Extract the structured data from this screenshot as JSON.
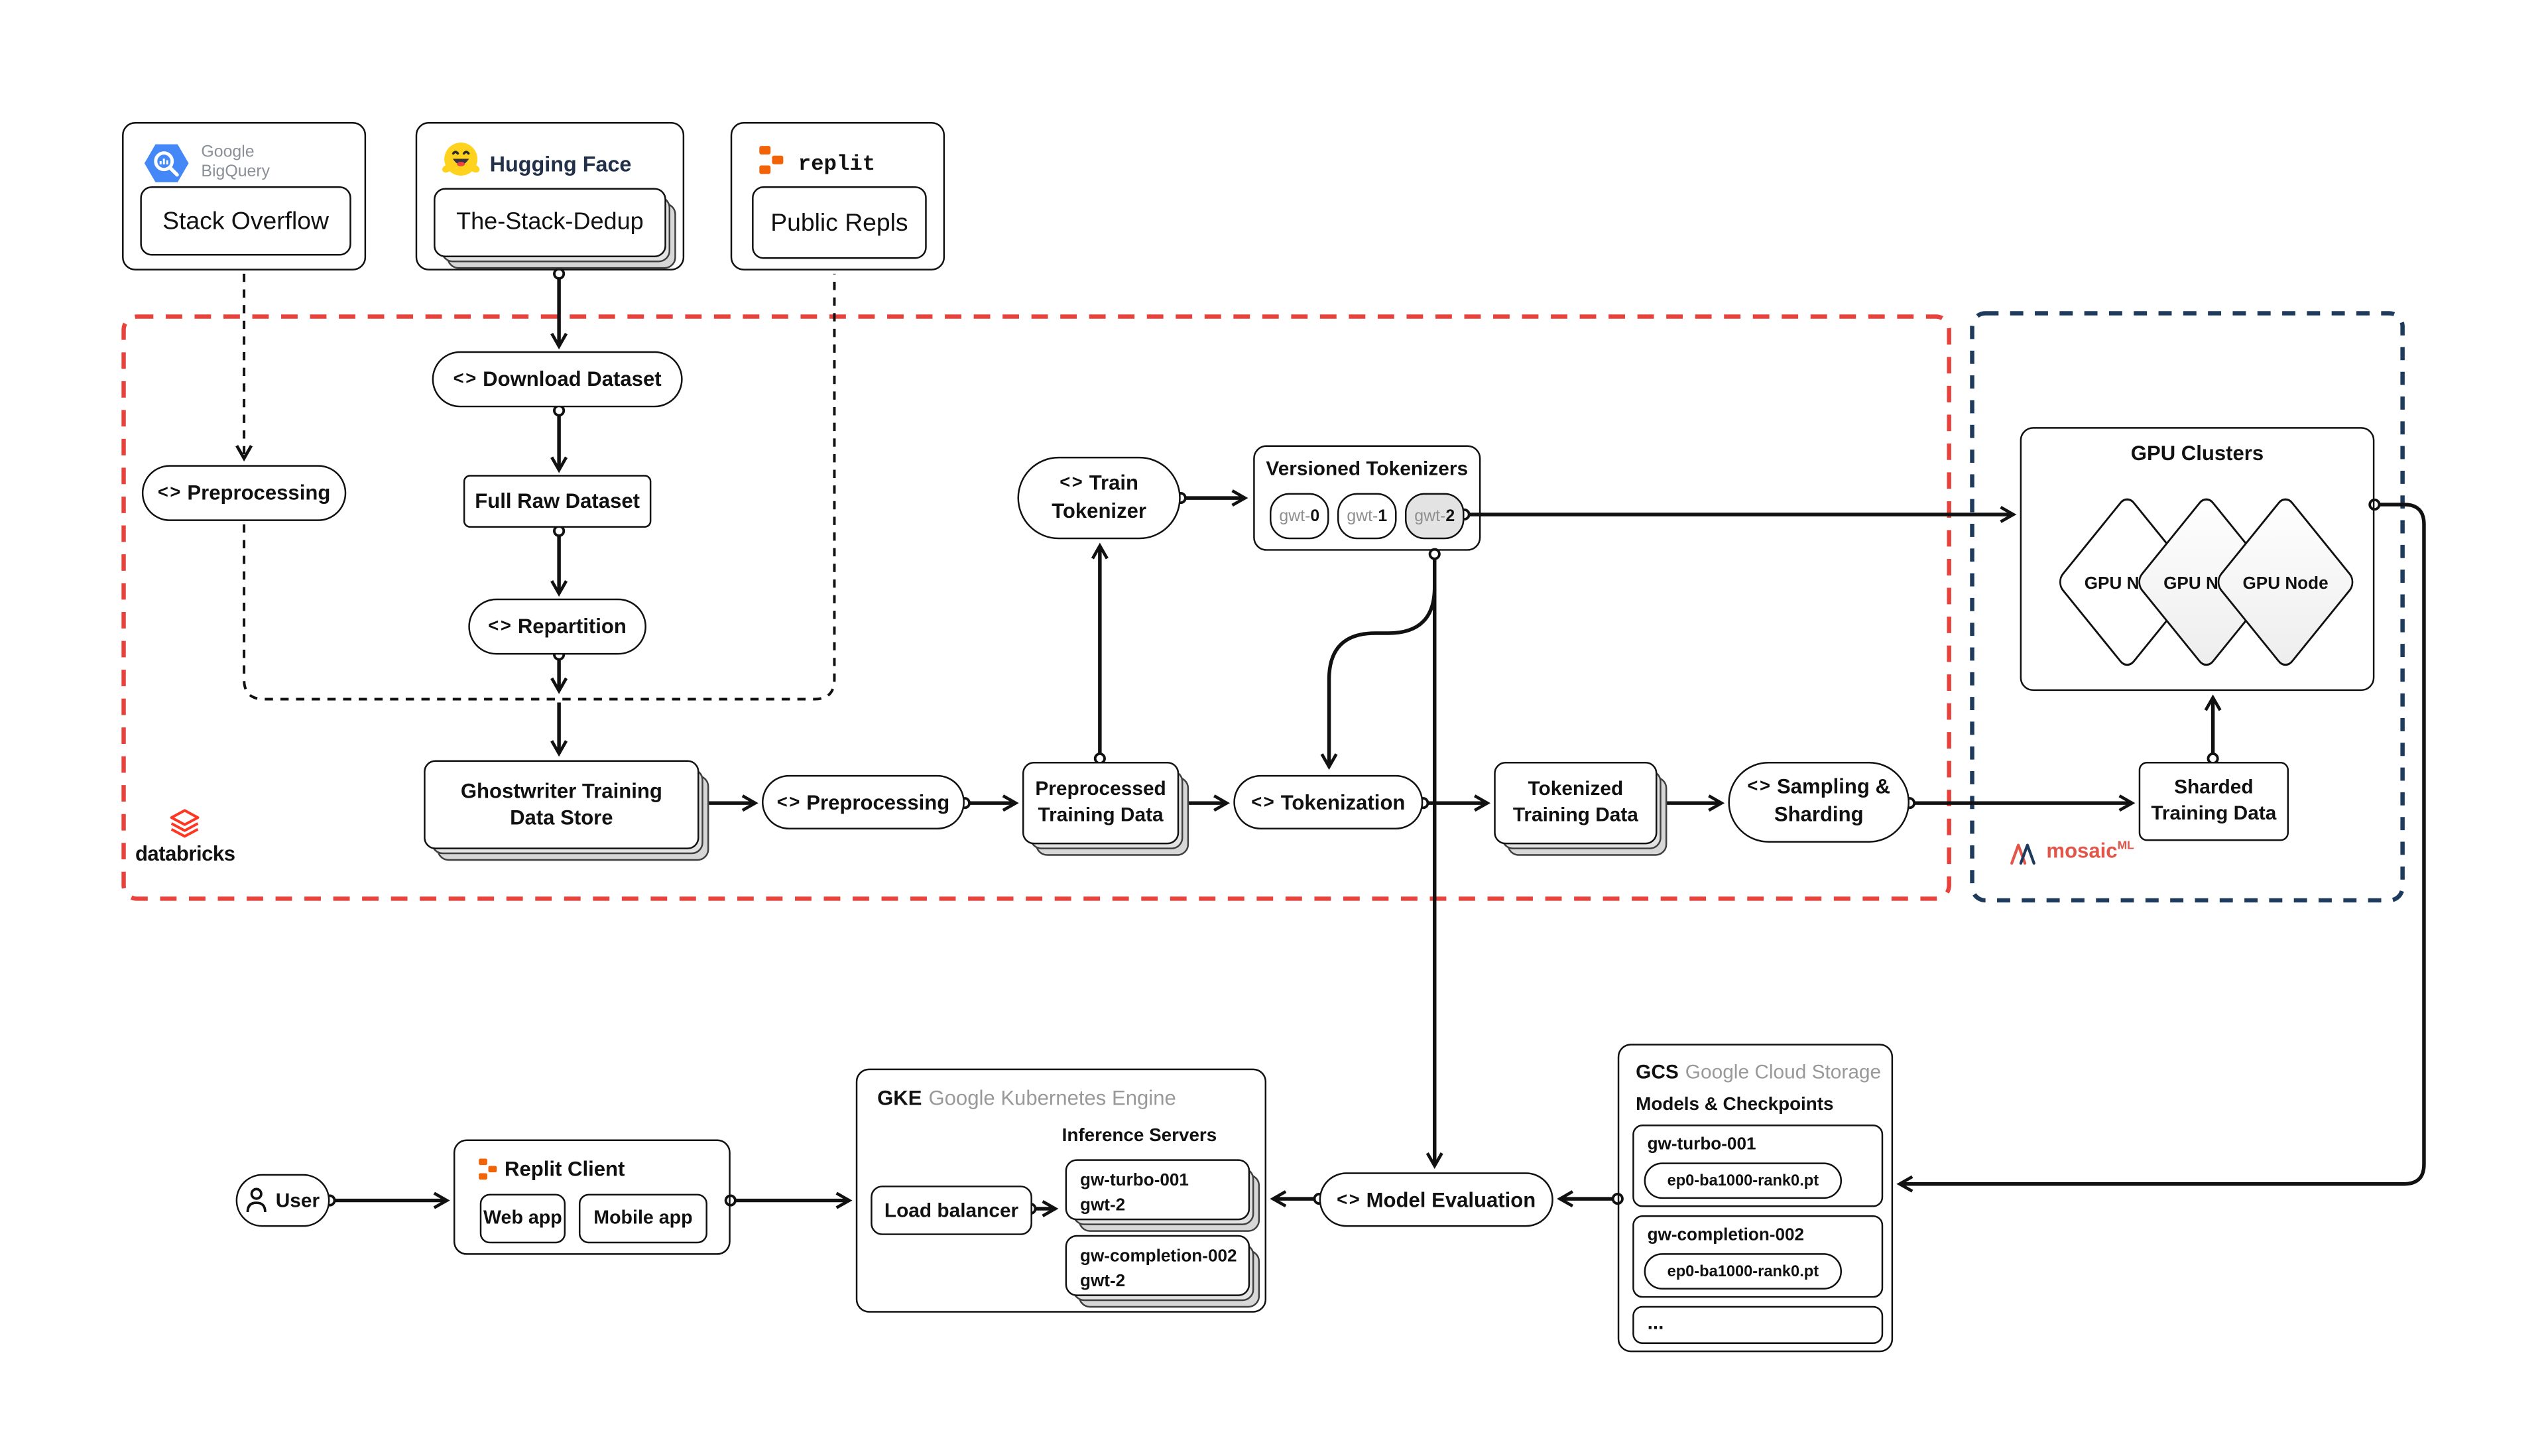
{
  "colors": {
    "line": "#111111",
    "red_region": "#e8423c",
    "navy_region": "#1e3a5c",
    "replit_orange": "#f26207",
    "bigquery_blue": "#4487f6",
    "huggingface_yellow": "#ffd21e",
    "huggingface_navy": "#22304a",
    "databricks_red": "#ff3621",
    "mosaic_red": "#e25549",
    "gray_text": "#8a8f98"
  },
  "icons": {
    "code": "< >"
  },
  "sources": {
    "bigquery": {
      "brand_line1": "Google",
      "brand_line2": "BigQuery",
      "item": "Stack Overflow"
    },
    "huggingface": {
      "brand": "Hugging Face",
      "item": "The-Stack-Dedup"
    },
    "replit": {
      "brand": "replit",
      "item": "Public Repls"
    }
  },
  "databricks": {
    "logo_text": "databricks",
    "preprocessing_ingest": "Preprocessing",
    "download_dataset": "Download Dataset",
    "full_raw_dataset": "Full Raw Dataset",
    "repartition": "Repartition",
    "store_line1": "Ghostwriter Training",
    "store_line2": "Data Store",
    "preprocessing_main": "Preprocessing",
    "preprocessed_line1": "Preprocessed",
    "preprocessed_line2": "Training Data",
    "tokenization": "Tokenization",
    "tokenized_line1": "Tokenized",
    "tokenized_line2": "Training Data",
    "sampling_line1": "Sampling &",
    "sampling_line2": "Sharding",
    "train_tokenizer_line1": "Train",
    "train_tokenizer_line2": "Tokenizer",
    "versioned_tokenizers_title": "Versioned Tokenizers",
    "tokenizer_versions": [
      {
        "prefix": "gwt-",
        "num": "0"
      },
      {
        "prefix": "gwt-",
        "num": "1"
      },
      {
        "prefix": "gwt-",
        "num": "2"
      }
    ]
  },
  "mosaicml": {
    "logo_text": "mosaic",
    "logo_sup": "ML",
    "gpu_clusters_title": "GPU Clusters",
    "gpu_node_label": "GPU Node",
    "sharded_line1": "Sharded",
    "sharded_line2": "Training Data"
  },
  "serving": {
    "user_label": "User",
    "replit_client": {
      "title": "Replit Client",
      "web_app": "Web app",
      "mobile_app": "Mobile app"
    },
    "gke": {
      "abbr": "GKE",
      "full": "Google Kubernetes Engine",
      "load_balancer": "Load balancer",
      "inference_servers_title": "Inference Servers",
      "servers": [
        {
          "name": "gw-turbo-001",
          "tokenizer": "gwt-2"
        },
        {
          "name": "gw-completion-002",
          "tokenizer": "gwt-2"
        }
      ]
    },
    "model_evaluation": "Model Evaluation",
    "gcs": {
      "abbr": "GCS",
      "full": "Google Cloud Storage",
      "subtitle": "Models & Checkpoints",
      "entries": [
        {
          "name": "gw-turbo-001",
          "checkpoint": "ep0-ba1000-rank0.pt"
        },
        {
          "name": "gw-completion-002",
          "checkpoint": "ep0-ba1000-rank0.pt"
        },
        {
          "name": "..."
        }
      ]
    }
  }
}
